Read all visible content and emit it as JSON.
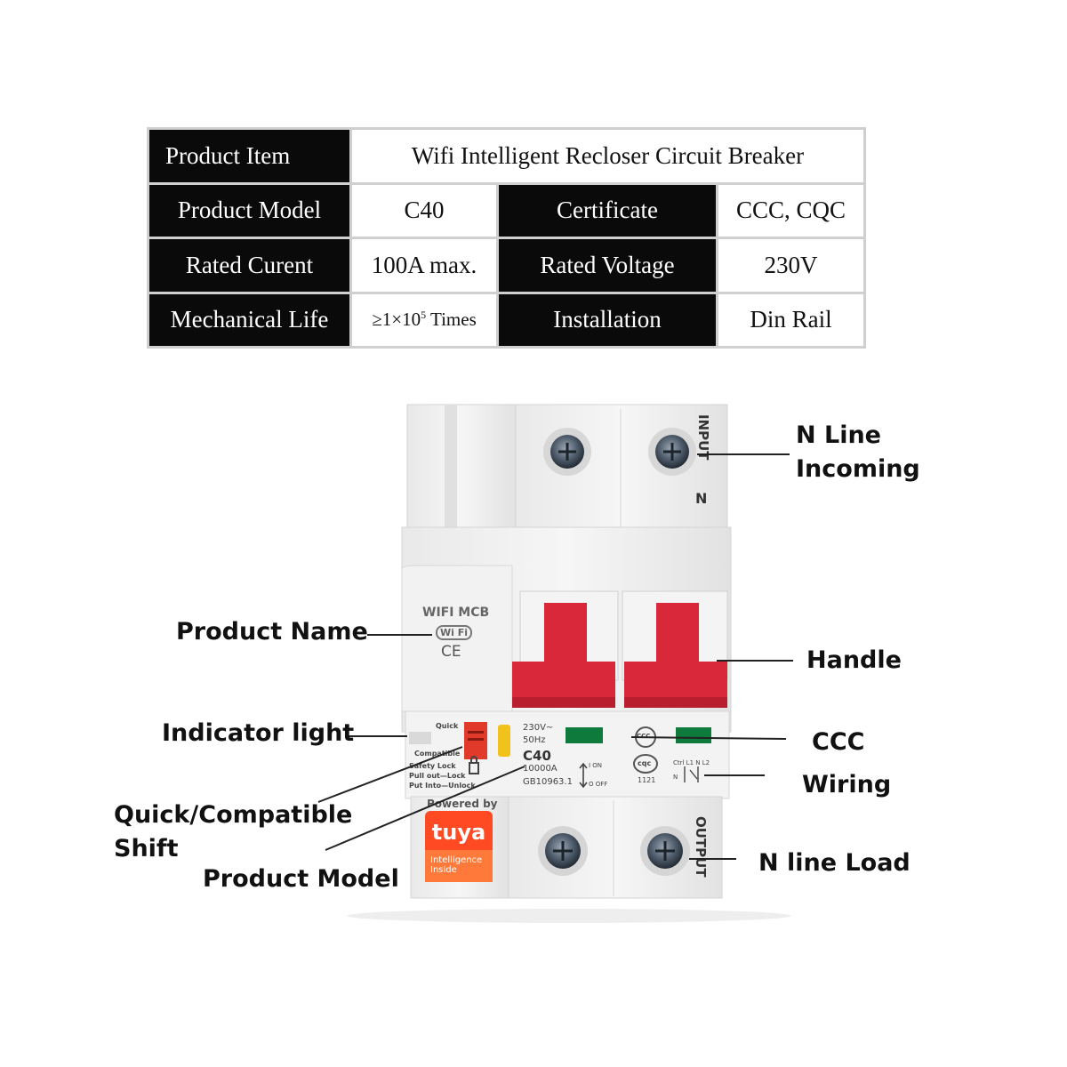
{
  "spec_table": {
    "row1": {
      "label": "Product Item",
      "value": "Wifi Intelligent Recloser Circuit Breaker"
    },
    "row2": {
      "label": "Product Model",
      "value": "C40",
      "label2": "Certificate",
      "value2": "CCC, CQC"
    },
    "row3": {
      "label": "Rated Curent",
      "value": "100A max.",
      "label2": "Rated Voltage",
      "value2": "230V"
    },
    "row4": {
      "label": "Mechanical Life",
      "value_prefix": "≥1×10",
      "value_exp": "5",
      "value_suffix": " Times",
      "label2": "Installation",
      "value2": "Din Rail"
    }
  },
  "callouts": {
    "n_line_incoming_1": "N Line",
    "n_line_incoming_2": "Incoming",
    "product_name": "Product Name",
    "handle": "Handle",
    "indicator_light": "Indicator light",
    "ccc": "CCC",
    "wiring": "Wiring",
    "quick_shift_1": "Quick/Compatible",
    "quick_shift_2": "Shift",
    "product_model": "Product Model",
    "n_line_load": "N line Load"
  },
  "device": {
    "input_label": "INPUT",
    "n_label": "N",
    "output_label": "OUTPUT",
    "wifi_mcb": "WIFI MCB",
    "wifi_badge": "Wi Fi",
    "ce_mark": "CE",
    "quick": "Quick",
    "compatible": "Compatible",
    "safety_lock": "Safety Lock",
    "pull_out_lock": "Pull out—Lock",
    "put_into_unlock": "Put Into—Unlock",
    "voltage": "230V~",
    "frequency": "50Hz",
    "model": "C40",
    "breaking_capacity": "10000A",
    "standard": "GB10963.1",
    "on_label": "I ON",
    "off_label": "O OFF",
    "ccc_mark": "CCC",
    "cqc_mark": "cqc",
    "cqc_number": "1121",
    "wiring_diagram": "Ctrl  L1  N   L2  N",
    "powered_by": "Powered by",
    "tuya": "tuya",
    "intelligence_inside": "Intelligence Inside"
  },
  "colors": {
    "handle_red": "#d8283a",
    "indicator_green": "#0e7a3c",
    "indicator_yellow": "#f1c21b",
    "tuya_orange": "#ff4a24",
    "table_header": "#0a0a0a"
  }
}
